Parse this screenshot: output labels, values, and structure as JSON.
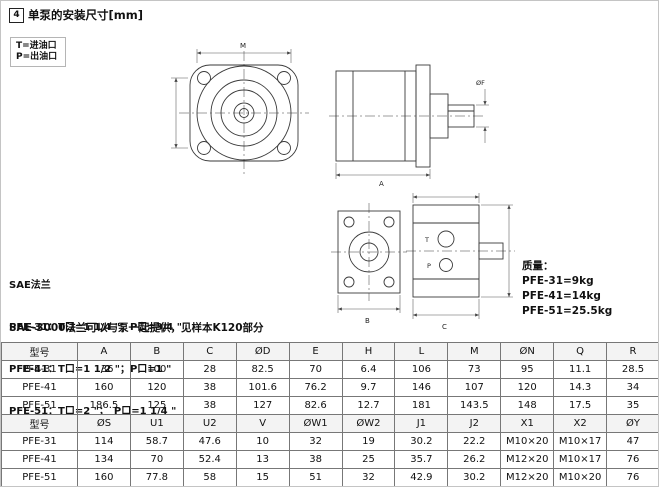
{
  "page": {
    "section_number": "4",
    "title": "单泵的安装尺寸[mm]"
  },
  "legend": {
    "t_line": "T=进油口",
    "p_line": "P=出油口"
  },
  "sae": {
    "title": "SAE法兰",
    "lines": [
      "PFE-31：T口=1 1/4 \"；P口=3/4 \"",
      "PFE-41：T口=1 1/2 \"；P口=1 \"",
      "PFE-51：T口=2 \"；　P口=1 1/4 \""
    ],
    "note": "SAE-3000法兰可以与泵一起提供，见样本K120部分"
  },
  "mass": {
    "title": "质量：",
    "lines": [
      "PFE-31=9kg",
      "PFE-41=14kg",
      "PFE-51=25.5kg"
    ]
  },
  "drawings": {
    "front": {
      "dim_top": "M"
    },
    "side": {
      "dim_bottom": "A",
      "dim_shaft": "ØF"
    },
    "rear": {
      "dim_left_bottom": "B",
      "dim_right_bottom": "C",
      "port_top": "T",
      "port_bottom": "P"
    }
  },
  "table": {
    "rows": [
      {
        "type": "header",
        "cells": [
          "型号",
          "A",
          "B",
          "C",
          "ØD",
          "E",
          "H",
          "L",
          "M",
          "ØN",
          "Q",
          "R"
        ]
      },
      {
        "type": "data",
        "cells": [
          "PFE-31",
          "136",
          "100",
          "28",
          "82.5",
          "70",
          "6.4",
          "106",
          "73",
          "95",
          "11.1",
          "28.5"
        ]
      },
      {
        "type": "data",
        "cells": [
          "PFE-41",
          "160",
          "120",
          "38",
          "101.6",
          "76.2",
          "9.7",
          "146",
          "107",
          "120",
          "14.3",
          "34"
        ]
      },
      {
        "type": "data",
        "cells": [
          "PFE-51",
          "186.5",
          "125",
          "38",
          "127",
          "82.6",
          "12.7",
          "181",
          "143.5",
          "148",
          "17.5",
          "35"
        ]
      },
      {
        "type": "header",
        "cells": [
          "型号",
          "ØS",
          "U1",
          "U2",
          "V",
          "ØW1",
          "ØW2",
          "J1",
          "J2",
          "X1",
          "X2",
          "ØY"
        ]
      },
      {
        "type": "data",
        "cells": [
          "PFE-31",
          "114",
          "58.7",
          "47.6",
          "10",
          "32",
          "19",
          "30.2",
          "22.2",
          "M10×20",
          "M10×17",
          "47"
        ]
      },
      {
        "type": "data",
        "cells": [
          "PFE-41",
          "134",
          "70",
          "52.4",
          "13",
          "38",
          "25",
          "35.7",
          "26.2",
          "M12×20",
          "M10×17",
          "76"
        ]
      },
      {
        "type": "data",
        "cells": [
          "PFE-51",
          "160",
          "77.8",
          "58",
          "15",
          "51",
          "32",
          "42.9",
          "30.2",
          "M12×20",
          "M10×20",
          "76"
        ]
      }
    ]
  }
}
